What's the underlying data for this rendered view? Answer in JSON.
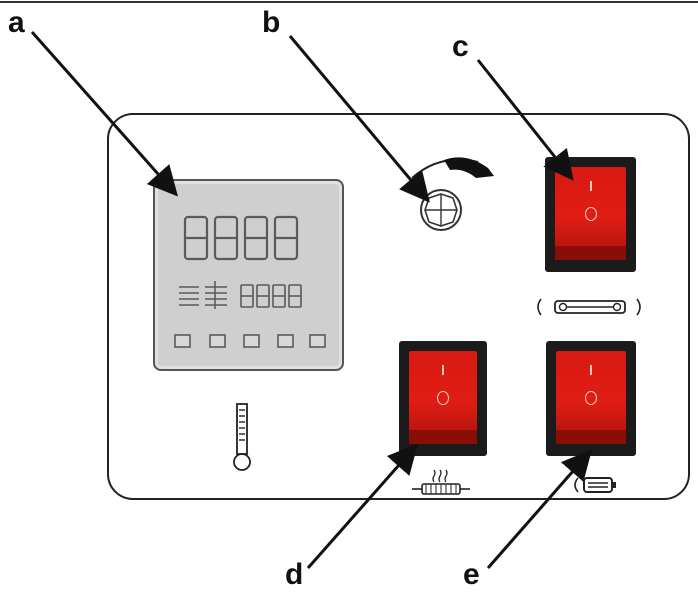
{
  "labels": {
    "a": "a",
    "b": "b",
    "c": "c",
    "d": "d",
    "e": "e"
  },
  "controller": {
    "display_main": "8888",
    "display_sub": "8888"
  },
  "icons": {
    "thermometer": "thermometer-icon",
    "rotary_knob": "rotary-knob-icon",
    "rotation_arrow": "rotation-arrow-icon",
    "fuse": "fuse-icon",
    "heater": "heater-icon",
    "battery": "battery-icon"
  },
  "switches": [
    {
      "id": "c",
      "on_mark": "I",
      "off_mark": "O"
    },
    {
      "id": "d",
      "on_mark": "I",
      "off_mark": "O"
    },
    {
      "id": "e",
      "on_mark": "I",
      "off_mark": "O"
    }
  ],
  "colors": {
    "switch_red": "#e01d14",
    "switch_bezel": "#1b1b1b",
    "controller_face": "#cfcfcf"
  }
}
